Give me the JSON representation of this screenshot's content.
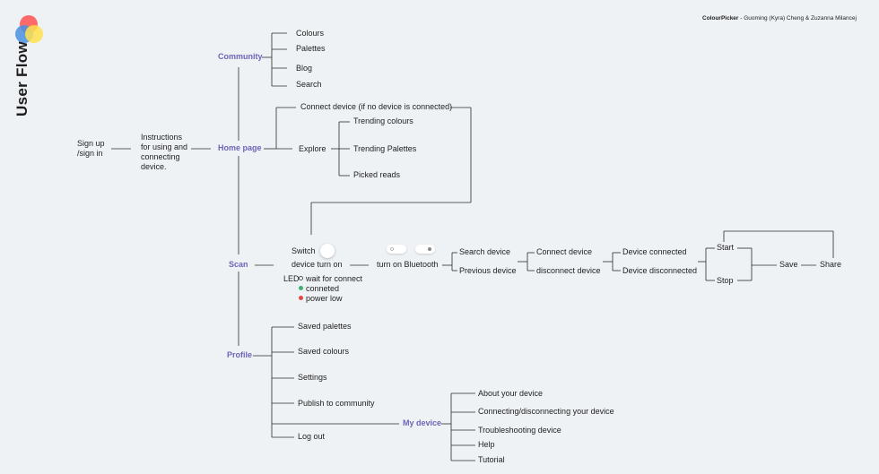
{
  "header": {
    "title": "User Flow",
    "credit_app": "ColourPicker",
    "credit_rest": " - Guoming (Kyra) Cheng & Zuzanna Milancej"
  },
  "logo": {
    "colors": [
      "#ff5a5a",
      "#ffe14d",
      "#4a90e2"
    ]
  },
  "colors": {
    "accent": "#6e64b8",
    "line": "#2a2a2a",
    "background": "#eff2f5"
  },
  "start": {
    "signup": [
      "Sign up",
      "/sign in"
    ],
    "instructions": [
      "Instructions",
      "for using and",
      "connecting",
      "device."
    ]
  },
  "nodes": {
    "community": "Community",
    "home": "Home page",
    "scan": "Scan",
    "profile": "Profile",
    "my_device": "My device"
  },
  "community": [
    "Colours",
    "Palettes",
    "Blog",
    "Search"
  ],
  "home": {
    "connect": "Connect device (if no device is connected)",
    "explore": "Explore",
    "explore_items": [
      "Trending colours",
      "Trending Palettes",
      "Picked reads"
    ]
  },
  "scan": {
    "switch": "Switch",
    "device_turn_on": "device turn on",
    "led": "LED",
    "led_states": [
      {
        "label": "wait for connect",
        "color": "#ffffff"
      },
      {
        "label": "conneted",
        "color": "#3cb371"
      },
      {
        "label": "power low",
        "color": "#e04848"
      }
    ],
    "bluetooth": "turn on Bluetooth",
    "search_device": "Search device",
    "previous_device": "Previous device",
    "connect_device": "Connect device",
    "disconnect_device": "disconnect device",
    "device_connected": "Device connected",
    "device_disconnected": "Device disconnected",
    "start": "Start",
    "stop": "Stop",
    "save": "Save",
    "share": "Share"
  },
  "profile": [
    "Saved palettes",
    "Saved colours",
    "Settings",
    "Publish to community",
    "Log out"
  ],
  "my_device": [
    "About your device",
    "Connecting/disconnecting your device",
    "Troubleshooting device",
    "Help",
    "Tutorial"
  ]
}
